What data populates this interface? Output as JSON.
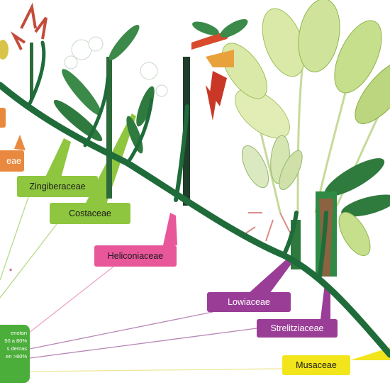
{
  "families": {
    "orange_top": "",
    "orange_second": "eae",
    "zingiberaceae": "Zingiberaceae",
    "costaceae": "Costaceae",
    "heliconiaceae": "Heliconiaceae",
    "lowiaceae": "Lowiaceae",
    "strelitziaceae": "Strelitziaceae",
    "musaceae": "Musaceae"
  },
  "legend": {
    "line1": "enotan",
    "line2": "50 a 80%",
    "line3": "s demas",
    "line4": "en >80%",
    "star": "*"
  },
  "colors": {
    "orange": "#e8893f",
    "green_label": "#8fc63f",
    "pink": "#e8579a",
    "purple": "#9a3d97",
    "yellow": "#f2e51b",
    "legend_green": "#4cae3a",
    "stem": "#1f6b3a"
  }
}
